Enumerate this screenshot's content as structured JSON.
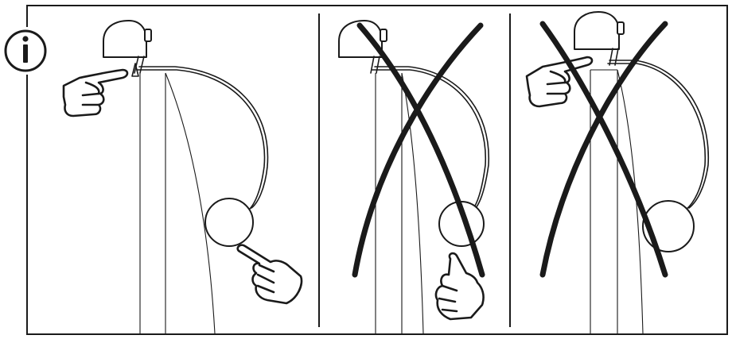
{
  "figure": {
    "colors": {
      "ink": "#1a1a1a",
      "background": "#ffffff"
    },
    "info_badge": {
      "icon": "info-icon",
      "glyph": "i"
    },
    "panels": [
      {
        "id": "correct",
        "status": "correct",
        "marker": "none"
      },
      {
        "id": "incorrect-1",
        "status": "incorrect",
        "marker": "cross-x"
      },
      {
        "id": "incorrect-2",
        "status": "incorrect",
        "marker": "cross-x"
      }
    ]
  }
}
